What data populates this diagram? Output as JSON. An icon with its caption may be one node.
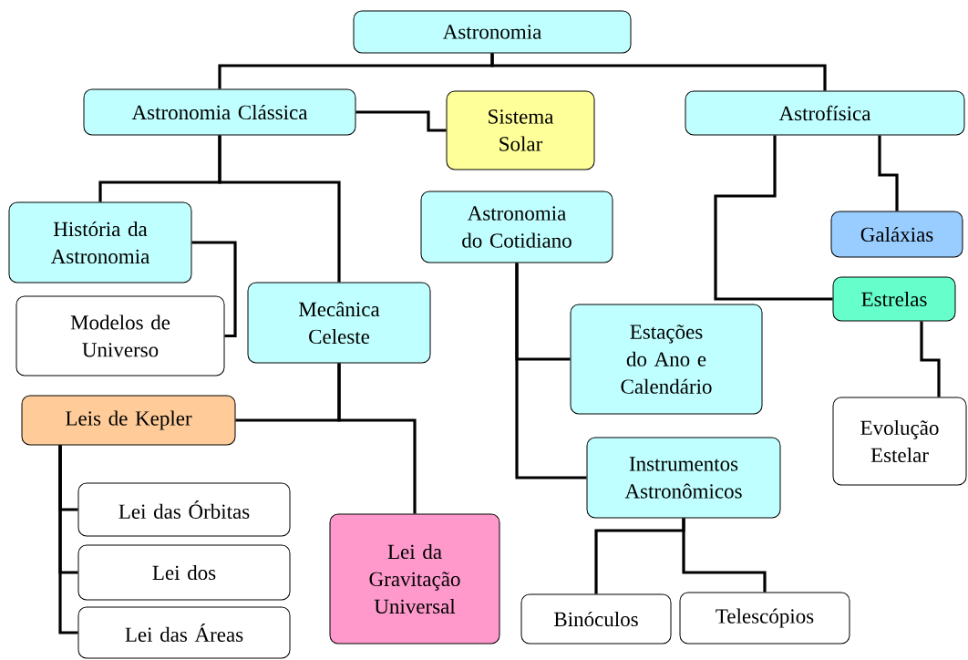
{
  "diagram": {
    "nodes": [
      {
        "text": [
          "Astronomia"
        ]
      },
      {
        "text": [
          "Astronomia Clássica"
        ]
      },
      {
        "text": [
          "Sistema Solar"
        ]
      },
      {
        "text": [
          "Astrofísica"
        ]
      },
      {
        "text": [
          "História da Astronomia"
        ]
      },
      {
        "text": [
          "Modelos de Universo"
        ]
      },
      {
        "text": [
          "Mecânica Celeste"
        ]
      },
      {
        "text": [
          "Astronomia do Cotidiano"
        ]
      },
      {
        "text": [
          "Galáxias"
        ]
      },
      {
        "text": [
          "Estrelas"
        ]
      },
      {
        "text": [
          "Estações do Ano e Calendário"
        ]
      },
      {
        "text": [
          "Evolução Estelar"
        ]
      },
      {
        "text": [
          "Leis de Kepler"
        ]
      },
      {
        "text": [
          "Instrumentos Astronômicos"
        ]
      },
      {
        "text": [
          "Lei das Órbitas"
        ]
      },
      {
        "text": [
          "Lei dos"
        ]
      },
      {
        "text": [
          "Lei da Gravitação Universal"
        ]
      },
      {
        "text": [
          "Lei das Áreas"
        ]
      },
      {
        "text": [
          "Binóculos"
        ]
      },
      {
        "text": [
          "Telescópios"
        ]
      }
    ],
    "edges": [
      {
        "from": 0,
        "to": 1,
        "arrow": "none"
      },
      {
        "from": 0,
        "to": 3,
        "arrow": "none"
      },
      {
        "from": 1,
        "to": 2,
        "arrow": "none"
      },
      {
        "from": 1,
        "to": 4,
        "arrow": "none"
      },
      {
        "from": 1,
        "to": 6,
        "arrow": "none"
      },
      {
        "from": 3,
        "to": 8,
        "arrow": "none"
      },
      {
        "from": 3,
        "to": 9,
        "arrow": "none"
      },
      {
        "from": 4,
        "to": 5,
        "arrow": "none"
      },
      {
        "from": 6,
        "to": 12,
        "arrow": "none"
      },
      {
        "from": 6,
        "to": 16,
        "arrow": "none"
      },
      {
        "from": 7,
        "to": 10,
        "arrow": "none"
      },
      {
        "from": 7,
        "to": 13,
        "arrow": "none"
      },
      {
        "from": 9,
        "to": 11,
        "arrow": "none"
      },
      {
        "from": 12,
        "to": 14,
        "arrow": "none"
      },
      {
        "from": 12,
        "to": 15,
        "arrow": "none"
      },
      {
        "from": 12,
        "to": 17,
        "arrow": "none"
      },
      {
        "from": 13,
        "to": 18,
        "arrow": "none"
      },
      {
        "from": 13,
        "to": 19,
        "arrow": "none"
      }
    ]
  }
}
